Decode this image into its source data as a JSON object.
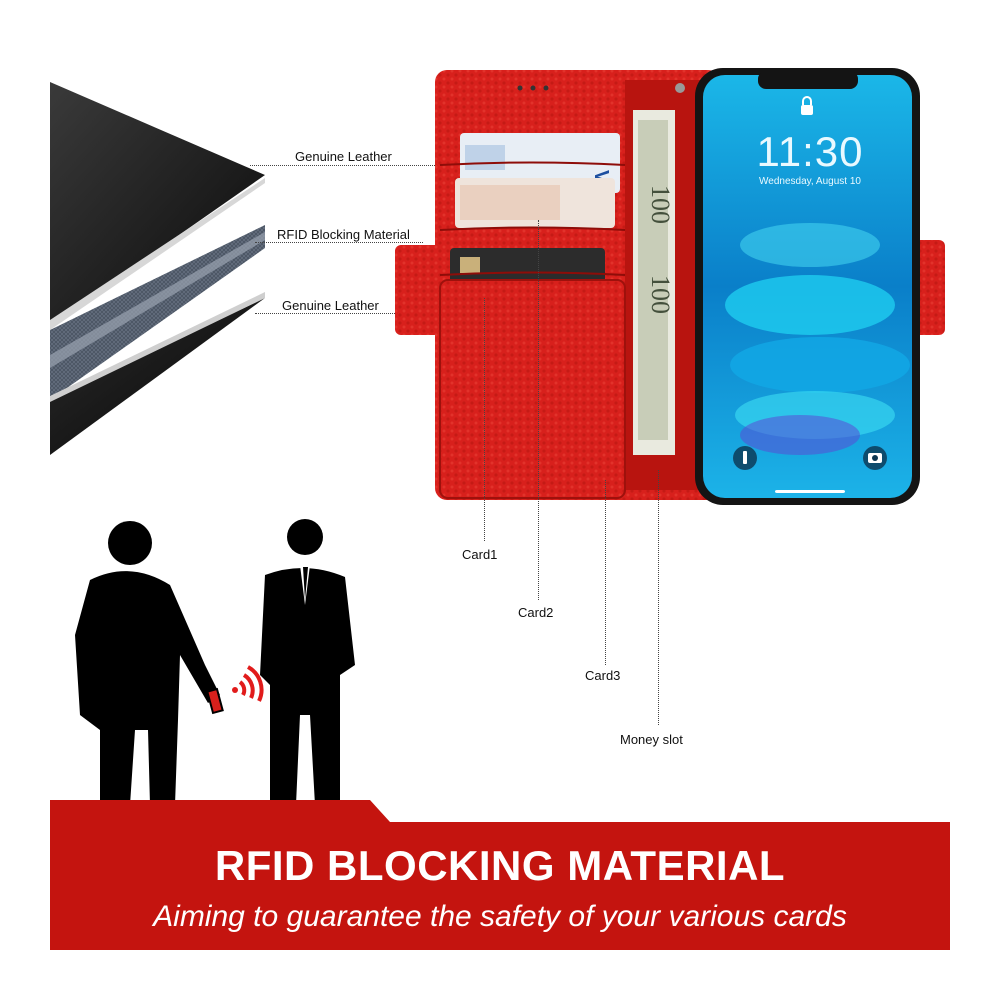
{
  "layers": {
    "top_label": "Genuine Leather",
    "middle_label": "RFID Blocking Material",
    "bottom_label": "Genuine Leather"
  },
  "wallet": {
    "card1_label": "Card1",
    "card2_label": "Card2",
    "card3_label": "Card3",
    "money_label": "Money slot",
    "leather_color": "#d8201c"
  },
  "phone": {
    "time": "11:30",
    "date": "Wednesday, August 10"
  },
  "banner": {
    "title": "RFID BLOCKING MATERIAL",
    "subtitle": "Aiming to guarantee the safety of your various cards",
    "color": "#c4140f"
  },
  "icons": [
    "lock-icon",
    "flashlight-icon",
    "camera-icon",
    "wireless-signal-icon"
  ]
}
